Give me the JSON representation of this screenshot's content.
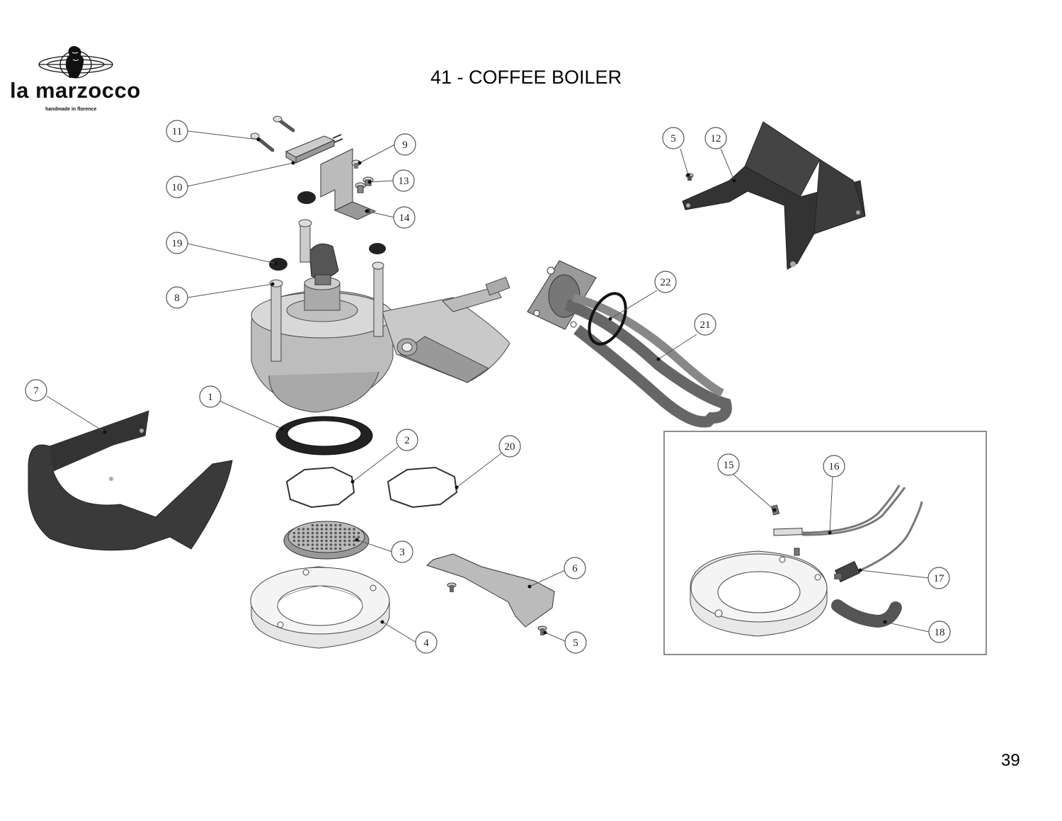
{
  "header": {
    "brand_name": "la marzocco",
    "brand_tagline": "handmade in florence",
    "title": "41 - COFFEE BOILER"
  },
  "footer": {
    "page_number": "39"
  },
  "diagram": {
    "callouts": [
      {
        "id": "c11",
        "label": "11"
      },
      {
        "id": "c10",
        "label": "10"
      },
      {
        "id": "c9",
        "label": "9"
      },
      {
        "id": "c13",
        "label": "13"
      },
      {
        "id": "c14",
        "label": "14"
      },
      {
        "id": "c19",
        "label": "19"
      },
      {
        "id": "c8",
        "label": "8"
      },
      {
        "id": "c5a",
        "label": "5"
      },
      {
        "id": "c12",
        "label": "12"
      },
      {
        "id": "c22",
        "label": "22"
      },
      {
        "id": "c21",
        "label": "21"
      },
      {
        "id": "c7",
        "label": "7"
      },
      {
        "id": "c1",
        "label": "1"
      },
      {
        "id": "c2",
        "label": "2"
      },
      {
        "id": "c20",
        "label": "20"
      },
      {
        "id": "c3",
        "label": "3"
      },
      {
        "id": "c6",
        "label": "6"
      },
      {
        "id": "c4",
        "label": "4"
      },
      {
        "id": "c5b",
        "label": "5"
      },
      {
        "id": "c15",
        "label": "15"
      },
      {
        "id": "c16",
        "label": "16"
      },
      {
        "id": "c17",
        "label": "17"
      },
      {
        "id": "c18",
        "label": "18"
      }
    ]
  }
}
